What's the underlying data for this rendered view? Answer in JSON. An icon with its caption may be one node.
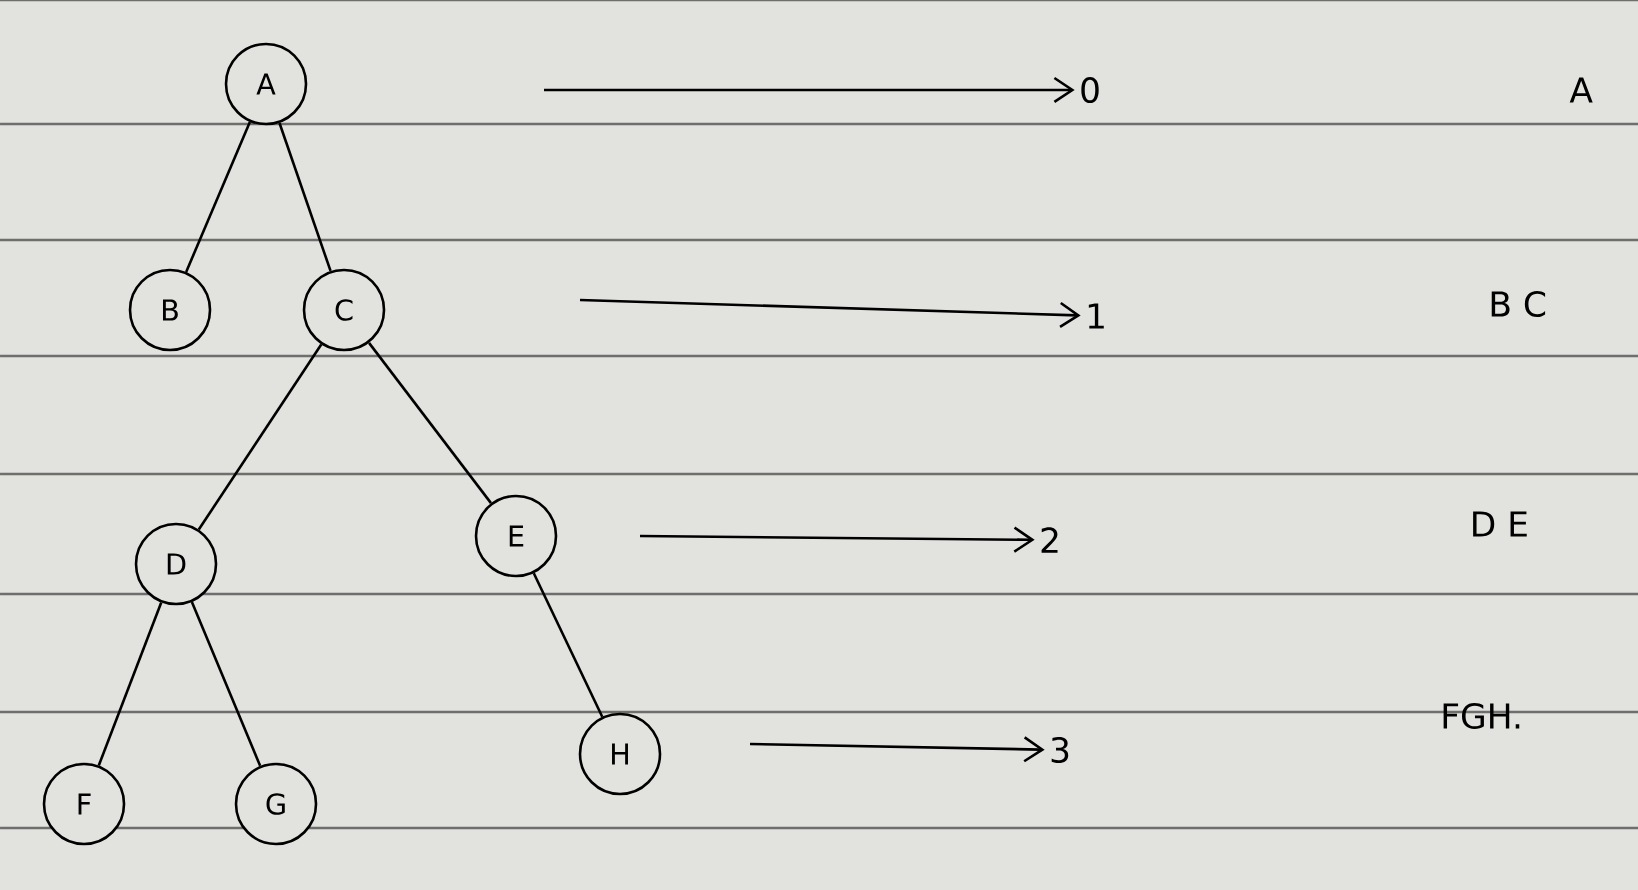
{
  "diagram": {
    "nodes": [
      {
        "text": [
          "A"
        ]
      },
      {
        "text": [
          "B"
        ]
      },
      {
        "text": [
          "C"
        ]
      },
      {
        "text": [
          "D"
        ]
      },
      {
        "text": [
          "E"
        ]
      },
      {
        "text": [
          "F"
        ]
      },
      {
        "text": [
          "G"
        ]
      },
      {
        "text": [
          "H"
        ]
      },
      {
        "text": [
          "0"
        ]
      },
      {
        "text": [
          "1"
        ]
      },
      {
        "text": [
          "2"
        ]
      },
      {
        "text": [
          "3"
        ]
      }
    ],
    "edges": [
      {
        "from": 0,
        "to": 1,
        "arrow": "none"
      },
      {
        "from": 0,
        "to": 2,
        "arrow": "none"
      },
      {
        "from": 2,
        "to": 3,
        "arrow": "none"
      },
      {
        "from": 2,
        "to": 4,
        "arrow": "none"
      },
      {
        "from": 3,
        "to": 5,
        "arrow": "none"
      },
      {
        "from": 3,
        "to": 6,
        "arrow": "none"
      },
      {
        "from": 4,
        "to": 7,
        "arrow": "none"
      },
      {
        "from": null,
        "to": 8,
        "arrow": "to"
      },
      {
        "from": null,
        "to": 9,
        "arrow": "to"
      },
      {
        "from": null,
        "to": 10,
        "arrow": "to"
      },
      {
        "from": null,
        "to": 11,
        "arrow": "to"
      }
    ],
    "labels": [
      "A",
      "B C",
      "D E",
      "FGH."
    ]
  }
}
